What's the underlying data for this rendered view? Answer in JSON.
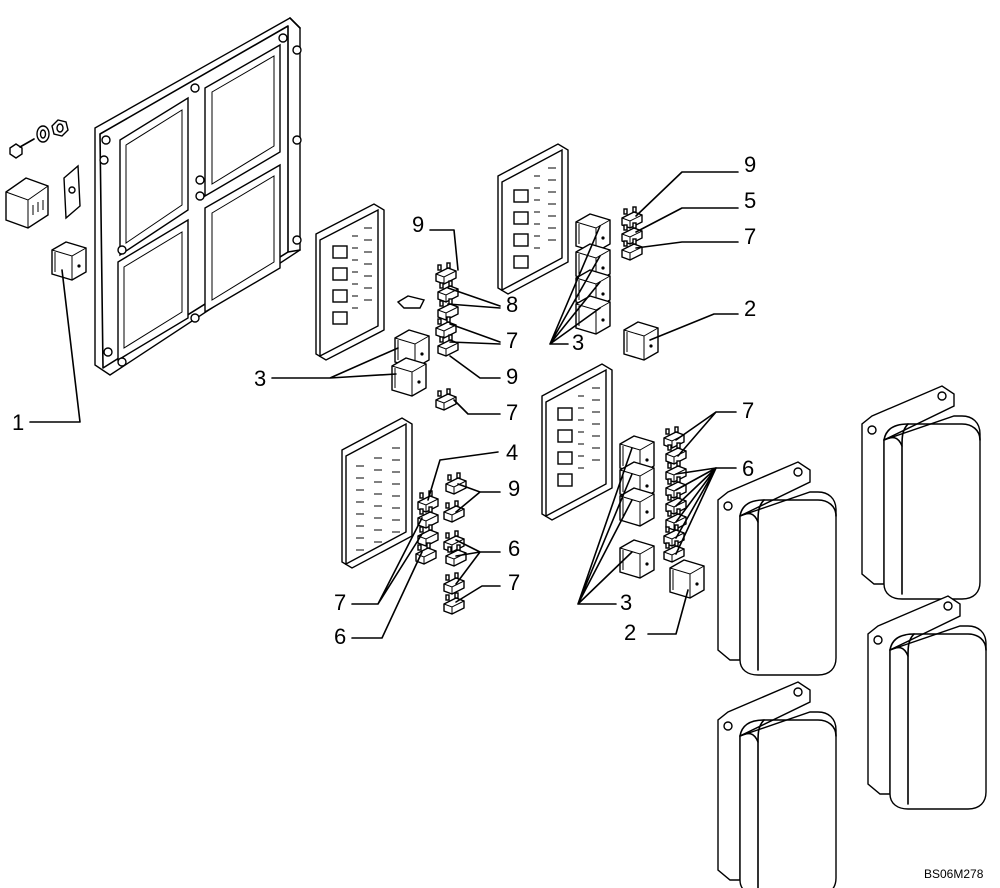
{
  "callouts": {
    "c1": "1",
    "c2a": "2",
    "c2b": "2",
    "c3a": "3",
    "c3b": "3",
    "c3c": "3",
    "c4": "4",
    "c5": "5",
    "c6a": "6",
    "c6b": "6",
    "c6c": "6",
    "c7a": "7",
    "c7b": "7",
    "c7c": "7",
    "c7d": "7",
    "c7e": "7",
    "c7f": "7",
    "c8": "8",
    "c9a": "9",
    "c9b": "9",
    "c9c": "9",
    "c9d": "9"
  },
  "drawing_code": "BS06M278"
}
